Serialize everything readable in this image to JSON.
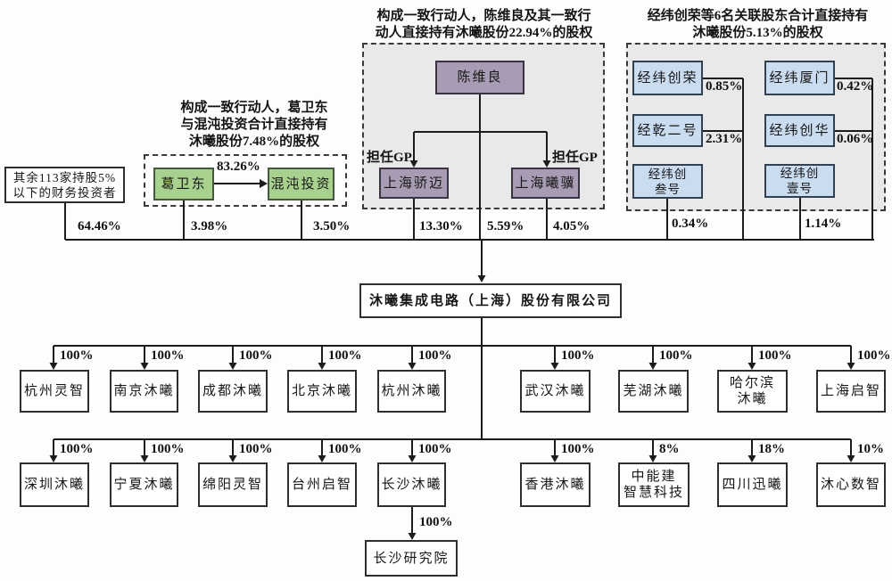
{
  "diagram": {
    "annotations": {
      "ge_group": "构成一致行动人，葛卫东\n与混沌投资合计直接持有\n沐曦股份7.48%的股权",
      "chen_group": "构成一致行动人，陈维良及其一致行\n动人直接持有沐曦股份22.94%的股权",
      "jingwei_group": "经纬创荣等6名关联股东合计直接持有\n沐曦股份5.13%的股权"
    },
    "top": {
      "investors": {
        "name": "其余113家持股5%\n以下的财务投资者",
        "pct": "64.46%"
      },
      "ge_weidong": {
        "name": "葛卫东",
        "pct": "3.98%"
      },
      "hundun": {
        "name": "混沌投资",
        "pct": "3.50%"
      },
      "ge_to_hundun_pct": "83.26%",
      "chen_weiliang": {
        "name": "陈维良",
        "pct": "5.59%"
      },
      "gp_left": "担任GP",
      "gp_right": "担任GP",
      "shanghai_jiaomai": {
        "name": "上海骄迈",
        "pct": "13.30%"
      },
      "shanghai_xiji": {
        "name": "上海曦骥",
        "pct": "4.05%"
      },
      "jingwei": [
        {
          "name": "经纬创荣",
          "pct": "0.85%"
        },
        {
          "name": "经乾二号",
          "pct": "2.31%"
        },
        {
          "name": "经纬创\n叁号",
          "pct": "0.34%"
        },
        {
          "name": "经纬厦门",
          "pct": "0.42%"
        },
        {
          "name": "经纬创华",
          "pct": "0.06%"
        },
        {
          "name": "经纬创\n壹号",
          "pct": "1.14%"
        }
      ]
    },
    "company": {
      "name": "沐曦集成电路（上海）股份有限公司"
    },
    "row1": [
      {
        "name": "杭州灵智",
        "pct": "100%"
      },
      {
        "name": "南京沐曦",
        "pct": "100%"
      },
      {
        "name": "成都沐曦",
        "pct": "100%"
      },
      {
        "name": "北京沐曦",
        "pct": "100%"
      },
      {
        "name": "杭州沐曦",
        "pct": "100%"
      },
      {
        "name": "武汉沐曦",
        "pct": "100%"
      },
      {
        "name": "芜湖沐曦",
        "pct": "100%"
      },
      {
        "name": "哈尔滨\n沐曦",
        "pct": "100%"
      },
      {
        "name": "上海启智",
        "pct": "100%"
      }
    ],
    "row2": [
      {
        "name": "深圳沐曦",
        "pct": "100%"
      },
      {
        "name": "宁夏沐曦",
        "pct": "100%"
      },
      {
        "name": "绵阳灵智",
        "pct": "100%"
      },
      {
        "name": "台州启智",
        "pct": "100%"
      },
      {
        "name": "长沙沐曦",
        "pct": "100%"
      },
      {
        "name": "香港沐曦",
        "pct": "100%"
      },
      {
        "name": "中能建\n智慧科技",
        "pct": "8%"
      },
      {
        "name": "四川迅曦",
        "pct": "18%"
      },
      {
        "name": "沐心数智",
        "pct": "10%"
      }
    ],
    "research": {
      "name": "长沙研究院",
      "pct": "100%"
    },
    "colors": {
      "green_box": "#a9d18e",
      "purple_box": "#a79cb3",
      "blue_box": "#c9dcf0",
      "group_fill": "#e9e9e9",
      "line": "#1c1c1c"
    }
  }
}
